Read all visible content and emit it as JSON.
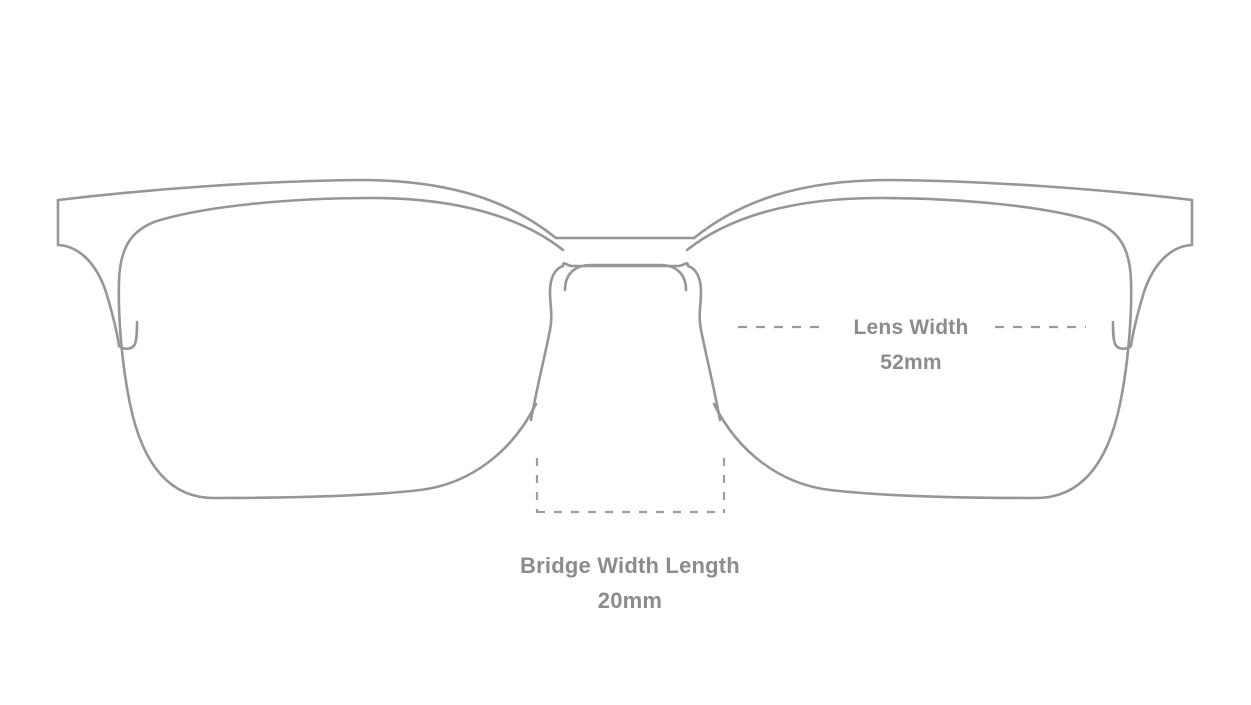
{
  "diagram": {
    "subject": "eyeglasses-frame-front-view",
    "background_color": "#ffffff",
    "line_color": "#969696",
    "text_color": "#8c8c8c"
  },
  "measurements": {
    "lens_width": {
      "label": "Lens Width",
      "value": "52mm",
      "leader_style": "dashed-horizontal-both-sides"
    },
    "bridge_width": {
      "label": "Bridge Width Length",
      "value": "20mm",
      "leader_style": "dashed-bracket"
    }
  },
  "frame_parts": {
    "browline": "browline-top-bar",
    "left_lens": "left-lens-rim",
    "right_lens": "right-lens-rim",
    "bridge": "nose-bridge",
    "left_nose_pad": "left-nose-pad-arm",
    "right_nose_pad": "right-nose-pad-arm",
    "left_endpiece": "left-temple-endpiece",
    "right_endpiece": "right-temple-endpiece"
  }
}
